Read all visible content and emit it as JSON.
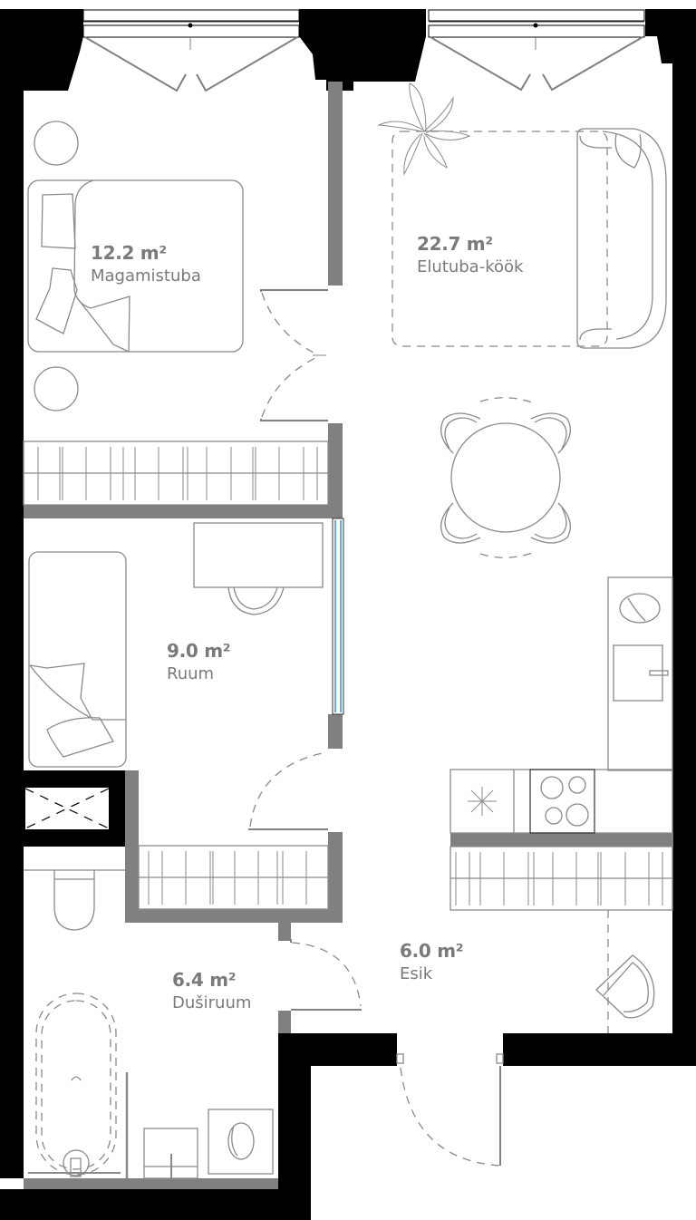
{
  "plan": {
    "colors": {
      "exterior_wall": "#000000",
      "interior_wall": "#808080",
      "furniture_line": "#8a8a8a",
      "label_text": "#7a7a7a",
      "glass": "#2b8ff0",
      "background": "#ffffff"
    },
    "rooms": [
      {
        "id": "bedroom",
        "area": "12.2 m²",
        "name": "Magamistuba"
      },
      {
        "id": "living-kitchen",
        "area": "22.7 m²",
        "name": "Elutuba-köök"
      },
      {
        "id": "room",
        "area": "9.0 m²",
        "name": "Ruum"
      },
      {
        "id": "bathroom",
        "area": "6.4 m²",
        "name": "Duširuum"
      },
      {
        "id": "hallway",
        "area": "6.0 m²",
        "name": "Esik"
      }
    ],
    "icons": {
      "bed_double": "double-bed-icon",
      "bed_single": "single-bed-icon",
      "sofa": "sofa-icon",
      "plant": "plant-icon",
      "dining_table": "dining-table-icon",
      "desk": "desk-icon",
      "wardrobe": "wardrobe-icon",
      "fridge": "fridge-icon",
      "sink": "sink-icon",
      "stove": "stove-icon",
      "toilet": "toilet-icon",
      "bathtub": "bathtub-icon",
      "washbasin": "washbasin-icon",
      "washing_machine": "washing-machine-icon",
      "armchair": "armchair-icon",
      "window": "window-icon",
      "door": "door-icon"
    }
  }
}
